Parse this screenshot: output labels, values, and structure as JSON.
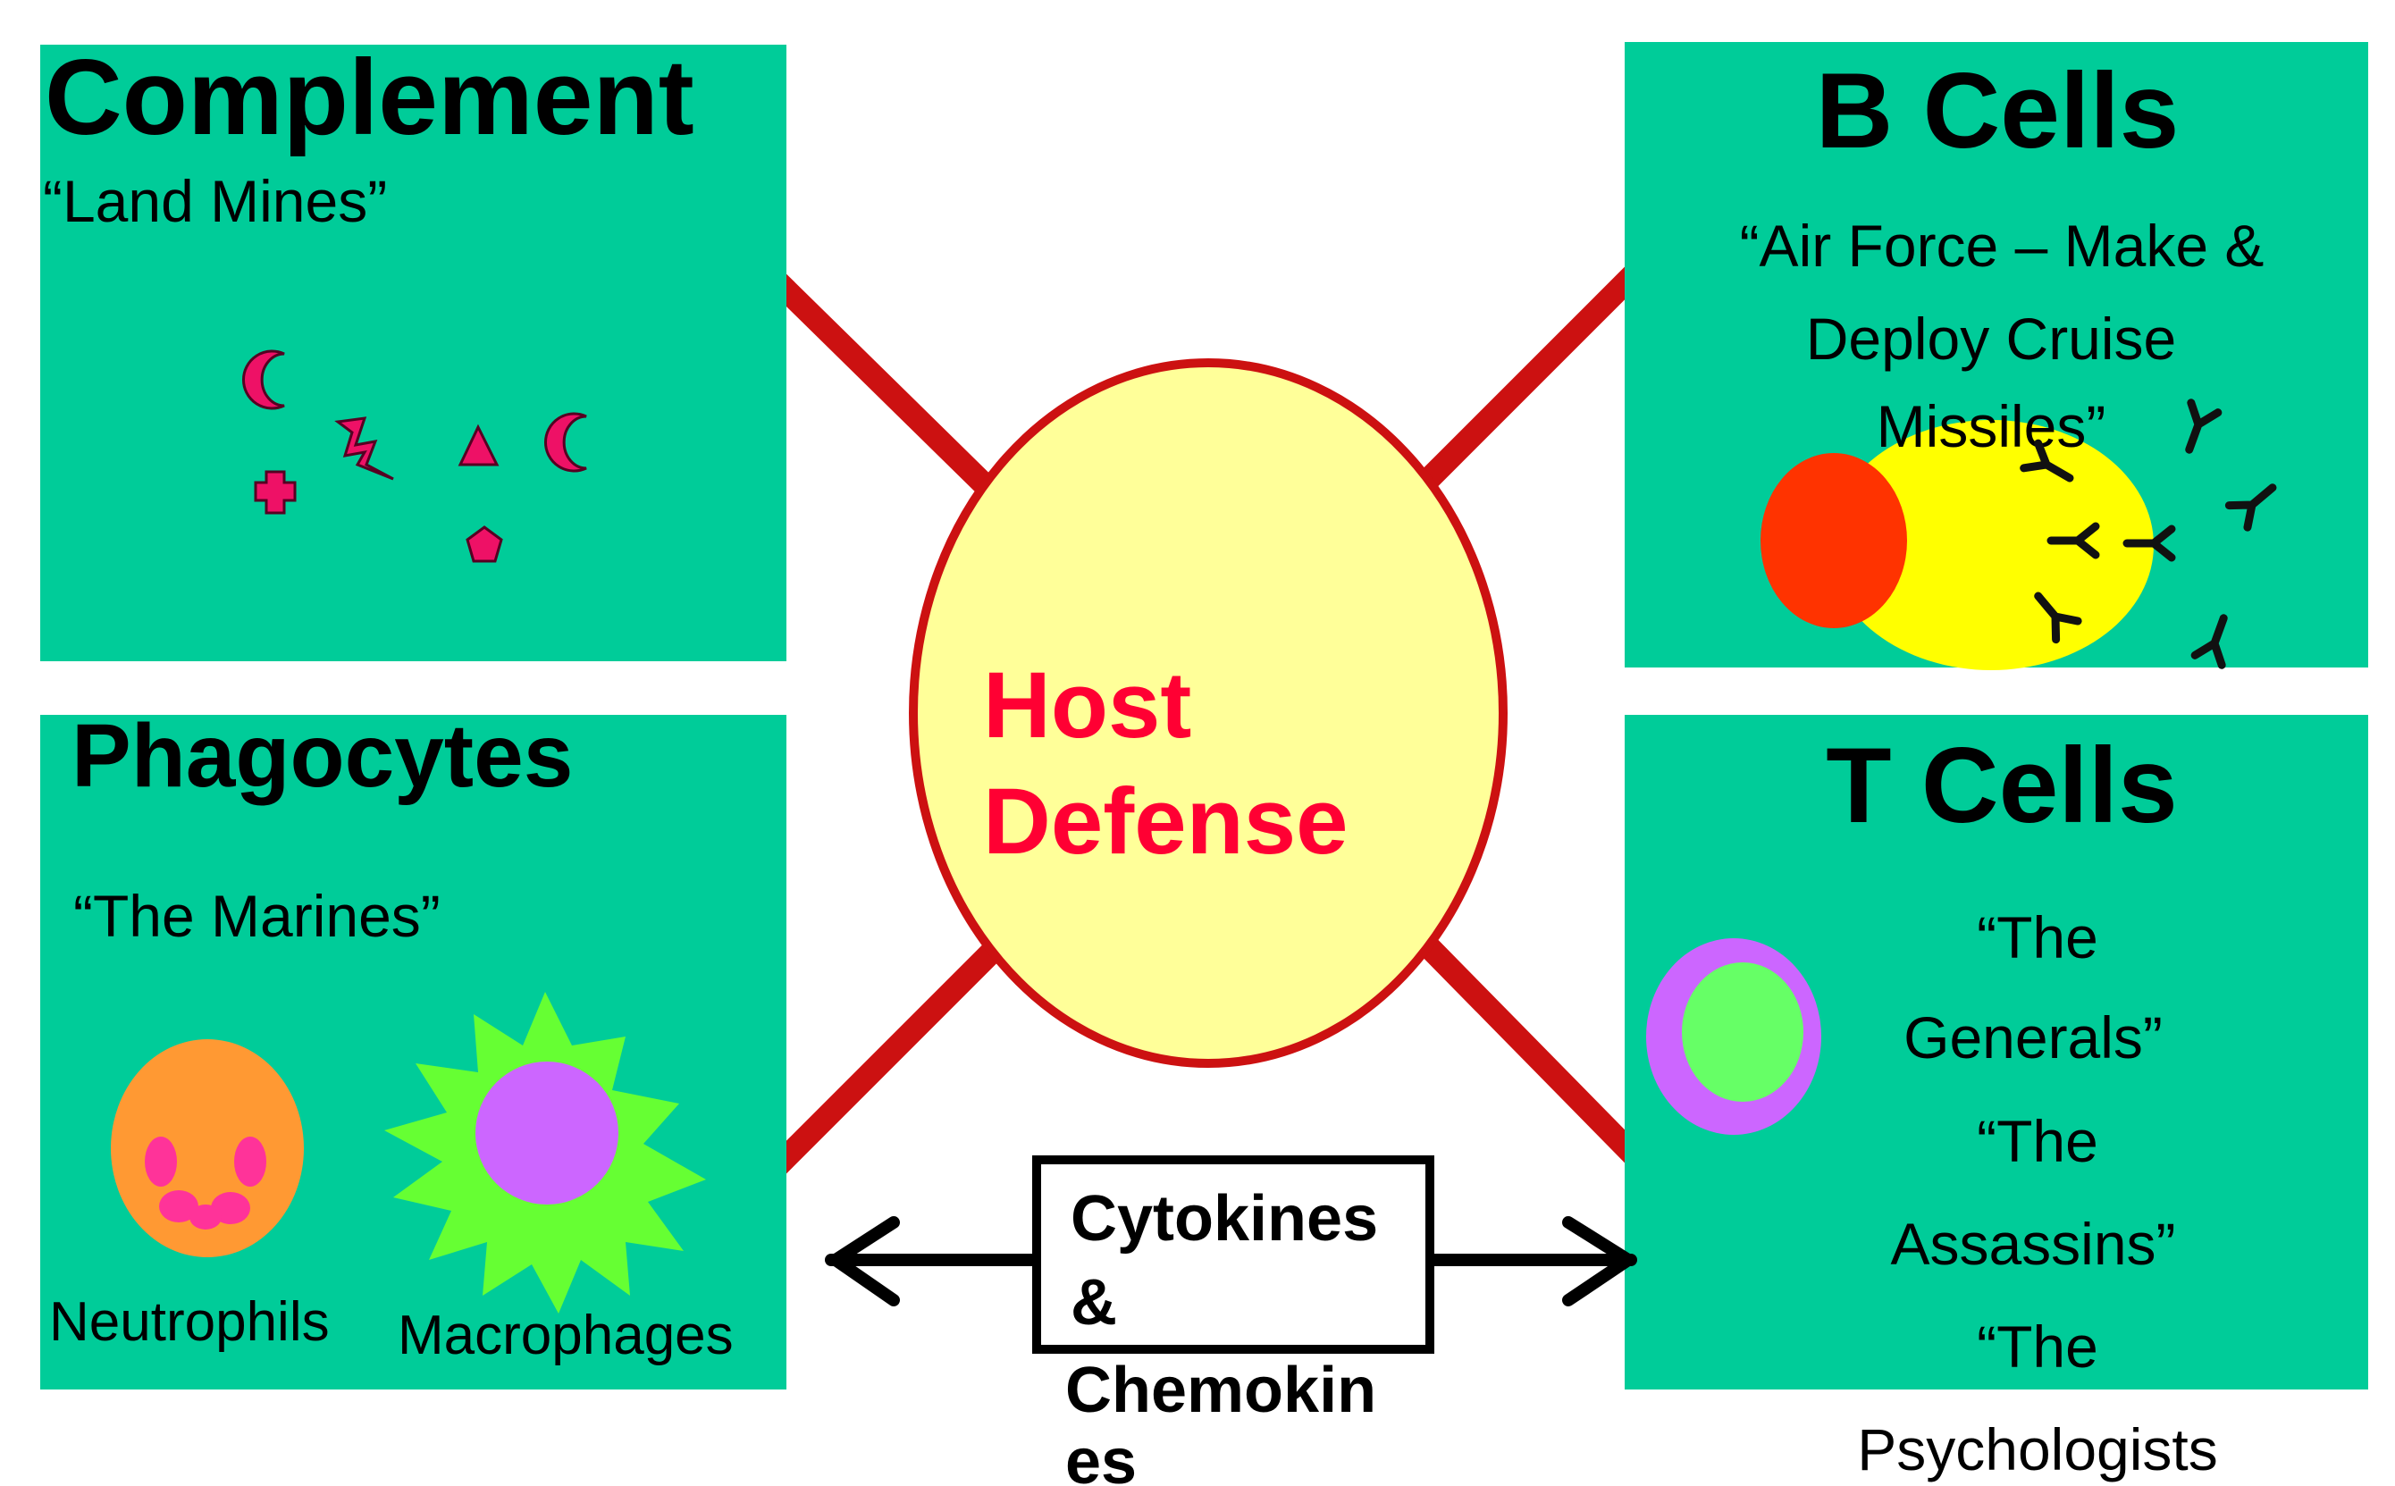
{
  "center": {
    "line1": "Host",
    "line2": "Defense"
  },
  "complement": {
    "title": "Complement",
    "subtitle": "“Land Mines”"
  },
  "bcells": {
    "title": "B Cells",
    "subtitle_line1": "“Air Force – Make &",
    "subtitle_line2": "Deploy Cruise",
    "subtitle_line3": "Missiles”"
  },
  "phagocytes": {
    "title": "Phagocytes",
    "subtitle": "“The Marines”",
    "neutrophils_label": "Neutrophils",
    "macrophages_label": "Macrophages"
  },
  "tcells": {
    "title": "T Cells",
    "line1": "“The",
    "line2": "Generals”",
    "line3": "“The",
    "line4": "Assassins”",
    "line5": "“The",
    "line6": "Psychologists"
  },
  "cytokines": {
    "line1": "Cytokines",
    "line2": "&",
    "line3": "Chemokin",
    "line4": "es"
  },
  "colors": {
    "panel": "#00cc99",
    "connector": "#cc1111",
    "ellipse_fill": "#ffff99",
    "host_text": "#ff0033",
    "complement_shapes": "#ee1166",
    "bcell_body": "#ffff00",
    "bcell_nucleus": "#ff3300",
    "tcell_outer": "#cc66ff",
    "tcell_inner": "#66ff66",
    "neutrophil_body": "#ff9933",
    "neutrophil_nucleus": "#ff3399",
    "macrophage_body": "#66ff33",
    "macrophage_nucleus": "#cc66ff"
  },
  "icons": {
    "antibody": "antibody-icon",
    "crescent": "crescent-icon",
    "bolt": "lightning-bolt-icon",
    "triangle": "triangle-icon",
    "cross": "cross-icon",
    "pentagon": "pentagon-icon"
  }
}
